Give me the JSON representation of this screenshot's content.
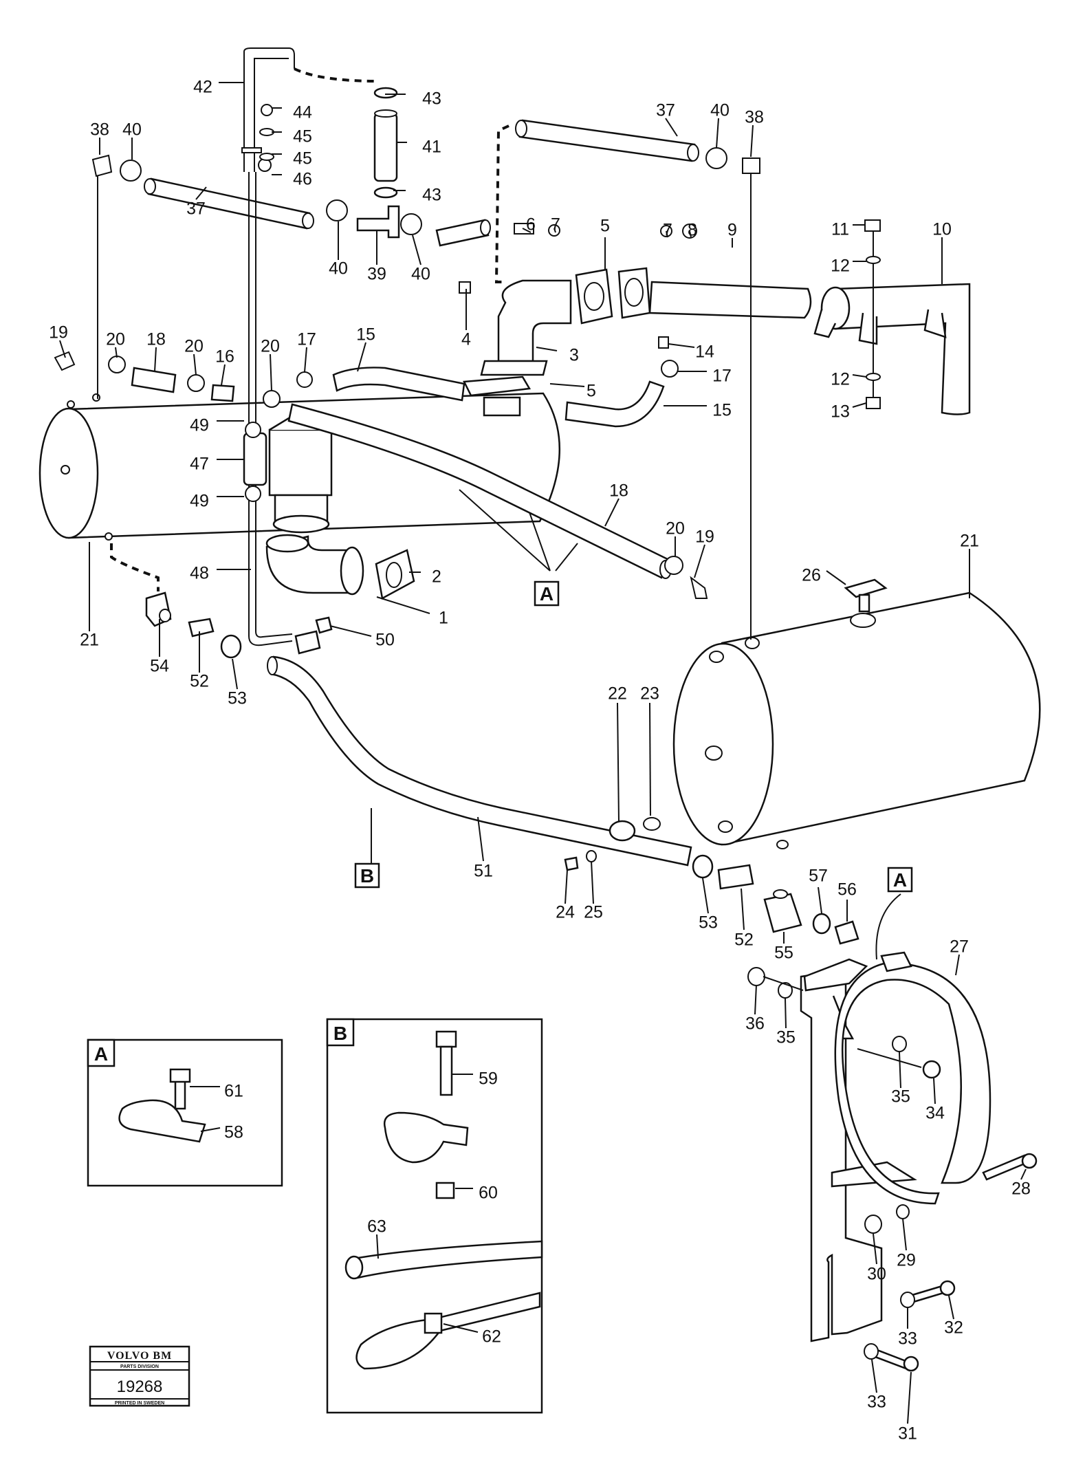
{
  "diagram": {
    "part_numbers": [
      "1",
      "2",
      "3",
      "4",
      "5",
      "6",
      "7",
      "8",
      "9",
      "10",
      "11",
      "12",
      "13",
      "14",
      "15",
      "16",
      "17",
      "18",
      "19",
      "20",
      "21",
      "22",
      "23",
      "24",
      "25",
      "26",
      "27",
      "28",
      "29",
      "30",
      "31",
      "32",
      "33",
      "34",
      "35",
      "36",
      "37",
      "38",
      "39",
      "40",
      "41",
      "42",
      "43",
      "44",
      "45",
      "46",
      "47",
      "48",
      "49",
      "50",
      "51",
      "52",
      "53",
      "54",
      "55",
      "56",
      "57",
      "58",
      "59",
      "60",
      "61",
      "62",
      "63"
    ],
    "detail_refs": [
      "A",
      "B"
    ],
    "inset_a": {
      "title": "A",
      "labels": [
        "61",
        "58"
      ]
    },
    "inset_b": {
      "title": "B",
      "labels": [
        "59",
        "60",
        "63",
        "62"
      ]
    },
    "logo": {
      "brand": "VOLVO BM",
      "division": "PARTS DIVISION",
      "number": "19268",
      "printed": "PRINTED IN SWEDEN"
    }
  }
}
